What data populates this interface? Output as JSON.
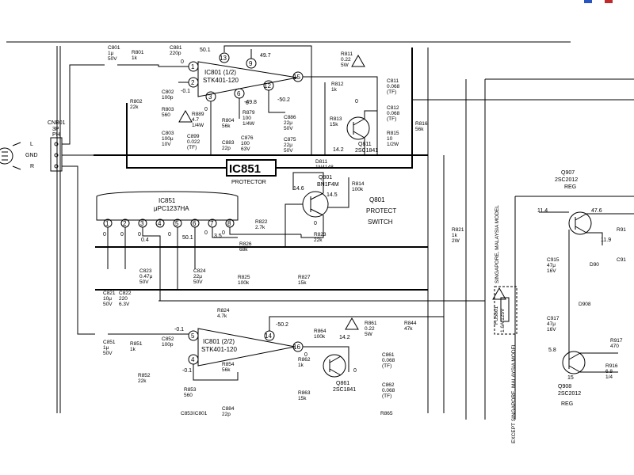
{
  "header_flags": [
    "#2a55c0",
    "#c02a2a"
  ],
  "connector": {
    "ref": "CNB01",
    "desc1": "3P",
    "desc2": "PH",
    "pins": [
      "L",
      "GND",
      "R"
    ]
  },
  "ic801a": {
    "ref": "IC801 (1/2)",
    "part": "STK401-120",
    "pins": [
      "1",
      "2",
      "3",
      "6",
      "9",
      "12",
      "13",
      "15"
    ],
    "v_top": "50.1",
    "v_pin9": "49.7",
    "v_in1": "0",
    "v_in2": "-0.1",
    "v_pin3": "0",
    "v_pin6": "0",
    "v_neg": "-49.8",
    "v_pin12": "-50.2"
  },
  "ic801b": {
    "ref": "IC801 (2/2)",
    "part": "STK401-120",
    "pins": [
      "5",
      "4",
      "14",
      "16"
    ],
    "v_in5": "-0.1",
    "v_in4": "-0.1",
    "v_pin14": "-50.2",
    "v_pin16": "0"
  },
  "protector": {
    "label": "IC851",
    "caption": "PROTECTOR"
  },
  "ic851": {
    "ref": "IC851",
    "part": "μPC1237HA",
    "pins": [
      "1",
      "2",
      "3",
      "4",
      "5",
      "6",
      "7",
      "8"
    ],
    "pin_volts": [
      "0",
      "0",
      "0",
      "0",
      "0",
      "0",
      "0",
      "0"
    ],
    "v1": "0.4",
    "v2": "50.1",
    "v3": "3.5"
  },
  "q801": {
    "ref": "Q801",
    "part": "BN1F4M",
    "title1": "Q801",
    "title2": "PROTECT",
    "title3": "SWITCH",
    "v1": "14.6",
    "v2": "14.5",
    "v3": "0"
  },
  "q811": {
    "ref": "Q811",
    "part": "2SC1841",
    "v1": "0",
    "v2": "14.2"
  },
  "q861": {
    "ref": "Q861",
    "part": "2SC1841",
    "v1": "14.2",
    "v2": "0"
  },
  "q907": {
    "ref": "Q907",
    "part": "2SC2012",
    "tag": "REG",
    "v1": "11.4",
    "v2": "47.6",
    "v3": "11.9"
  },
  "q908": {
    "ref": "Q908",
    "part": "2SC2012",
    "tag": "REG",
    "v1": "5.8",
    "v2": "15"
  },
  "parts": [
    {
      "ref": "C801",
      "v1": "1μ",
      "v2": "50V"
    },
    {
      "ref": "R801",
      "v1": "1k",
      "v2": ""
    },
    {
      "ref": "C881",
      "v1": "220p",
      "v2": ""
    },
    {
      "ref": "R802",
      "v1": "22k",
      "v2": ""
    },
    {
      "ref": "C802",
      "v1": "100p",
      "v2": ""
    },
    {
      "ref": "R803",
      "v1": "560",
      "v2": ""
    },
    {
      "ref": "C803",
      "v1": "100μ",
      "v2": "10V"
    },
    {
      "ref": "R889",
      "v1": "4.7",
      "v2": "1/4W"
    },
    {
      "ref": "C899",
      "v1": "0.022",
      "v2": "(TF)"
    },
    {
      "ref": "R804",
      "v1": "56k",
      "v2": ""
    },
    {
      "ref": "C883",
      "v1": "22p",
      "v2": ""
    },
    {
      "ref": "R879",
      "v1": "100",
      "v2": "1/4W"
    },
    {
      "ref": "C876",
      "v1": "100",
      "v2": "63V"
    },
    {
      "ref": "C886",
      "v1": "22μ",
      "v2": "50V"
    },
    {
      "ref": "C875",
      "v1": "22μ",
      "v2": "50V"
    },
    {
      "ref": "R811",
      "v1": "0.22",
      "v2": "5W"
    },
    {
      "ref": "R812",
      "v1": "1k",
      "v2": ""
    },
    {
      "ref": "R813",
      "v1": "15k",
      "v2": ""
    },
    {
      "ref": "C811",
      "v1": "0.068",
      "v2": "(TF)"
    },
    {
      "ref": "C812",
      "v1": "0.068",
      "v2": "(TF)"
    },
    {
      "ref": "R815",
      "v1": "10",
      "v2": "1/2W"
    },
    {
      "ref": "R816",
      "v1": "56k",
      "v2": ""
    },
    {
      "ref": "D811",
      "v1": "1N4148",
      "v2": ""
    },
    {
      "ref": "R814",
      "v1": "100k",
      "v2": ""
    },
    {
      "ref": "R822",
      "v1": "2.7k",
      "v2": ""
    },
    {
      "ref": "R826",
      "v1": "68k",
      "v2": ""
    },
    {
      "ref": "R823",
      "v1": "22k",
      "v2": ""
    },
    {
      "ref": "R821",
      "v1": "1k",
      "v2": "2W"
    },
    {
      "ref": "C823",
      "v1": "0.47μ",
      "v2": "50V"
    },
    {
      "ref": "C824",
      "v1": "22μ",
      "v2": "50V"
    },
    {
      "ref": "R825",
      "v1": "100k",
      "v2": ""
    },
    {
      "ref": "R827",
      "v1": "15k",
      "v2": ""
    },
    {
      "ref": "C821",
      "v1": "10μ",
      "v2": "50V"
    },
    {
      "ref": "C822",
      "v1": "220",
      "v2": "6.3V"
    },
    {
      "ref": "R824",
      "v1": "4.7k",
      "v2": ""
    },
    {
      "ref": "C851",
      "v1": "1μ",
      "v2": "50V"
    },
    {
      "ref": "R851",
      "v1": "1k",
      "v2": ""
    },
    {
      "ref": "R852",
      "v1": "22k",
      "v2": ""
    },
    {
      "ref": "C852",
      "v1": "100p",
      "v2": ""
    },
    {
      "ref": "R853",
      "v1": "560",
      "v2": ""
    },
    {
      "ref": "C853",
      "v1": "",
      "v2": ""
    },
    {
      "ref": "R854",
      "v1": "56k",
      "v2": ""
    },
    {
      "ref": "C884",
      "v1": "22p",
      "v2": ""
    },
    {
      "ref": "R864",
      "v1": "100k",
      "v2": ""
    },
    {
      "ref": "R861",
      "v1": "0.22",
      "v2": "5W"
    },
    {
      "ref": "R862",
      "v1": "1k",
      "v2": ""
    },
    {
      "ref": "C861",
      "v1": "0.068",
      "v2": "(TF)"
    },
    {
      "ref": "C862",
      "v1": "0.068",
      "v2": "(TF)"
    },
    {
      "ref": "R863",
      "v1": "15k",
      "v2": ""
    },
    {
      "ref": "R865",
      "v1": "",
      "v2": ""
    },
    {
      "ref": "R844",
      "v1": "47k",
      "v2": ""
    },
    {
      "ref": "C915",
      "v1": "47μ",
      "v2": "16V"
    },
    {
      "ref": "C917",
      "v1": "47μ",
      "v2": "16V"
    },
    {
      "ref": "D908",
      "v1": "",
      "v2": ""
    },
    {
      "ref": "R917",
      "v1": "470",
      "v2": ""
    },
    {
      "ref": "R916",
      "v1": "6.8",
      "v2": "1/4"
    },
    {
      "ref": "R91",
      "v1": "",
      "v2": ""
    },
    {
      "ref": "C91",
      "v1": "",
      "v2": ""
    },
    {
      "ref": "D90",
      "v1": "",
      "v2": ""
    },
    {
      "ref": "IC801",
      "v1": "",
      "v2": ""
    }
  ],
  "fuse": {
    "ref": "FU5801",
    "rating": "1.6A/125V"
  },
  "region_labels": {
    "singapore": "SINGAPORE, MALAYSIA MODEL",
    "except": "EXCEPT SINGAPORE, MALAYSIA MODEL"
  }
}
